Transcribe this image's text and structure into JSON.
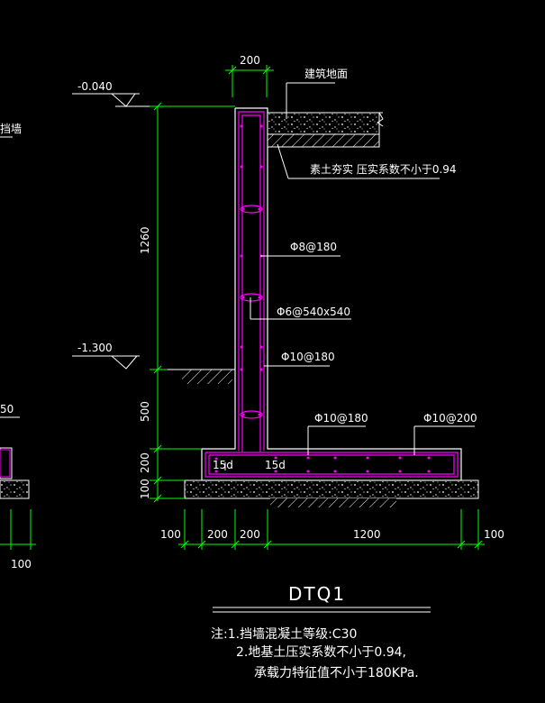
{
  "drawing": {
    "title": "DTQ1",
    "colors": {
      "background": "#000000",
      "outline": "#ffffff",
      "rebar": "#ff00ff",
      "dimension": "#00ff00",
      "soil": "#ffffff"
    }
  },
  "levels": {
    "top": "-0.040",
    "bottom": "-1.300"
  },
  "labels": {
    "surface": "建筑地面",
    "backfill": "素土夯实 压实系数不小于0.94",
    "rebar_vertical": "Φ8@180",
    "rebar_tie": "Φ6@540x540",
    "rebar_main": "Φ10@180",
    "rebar_base_1": "Φ10@180",
    "rebar_base_2": "Φ10@200",
    "anchor_left": "15d",
    "anchor_right": "15d",
    "left_fragment_text": "挡墙",
    "left_fragment_dim": "50"
  },
  "dimensions": {
    "wall_thickness_top": "200",
    "wall_height_upper": "1260",
    "wall_height_lower": "500",
    "base_thickness": "200",
    "cushion_thickness": "100",
    "bottom_left_1": "100",
    "bottom_left_2": "200",
    "bottom_wall": "200",
    "bottom_heel": "1200",
    "bottom_right": "100",
    "left_fragment_bottom": "100"
  },
  "notes": {
    "line1": "注:1.挡墙混凝土等级:C30",
    "line2": "2.地基土压实系数不小于0.94,",
    "line3": "承载力特征值不小于180KPa."
  }
}
